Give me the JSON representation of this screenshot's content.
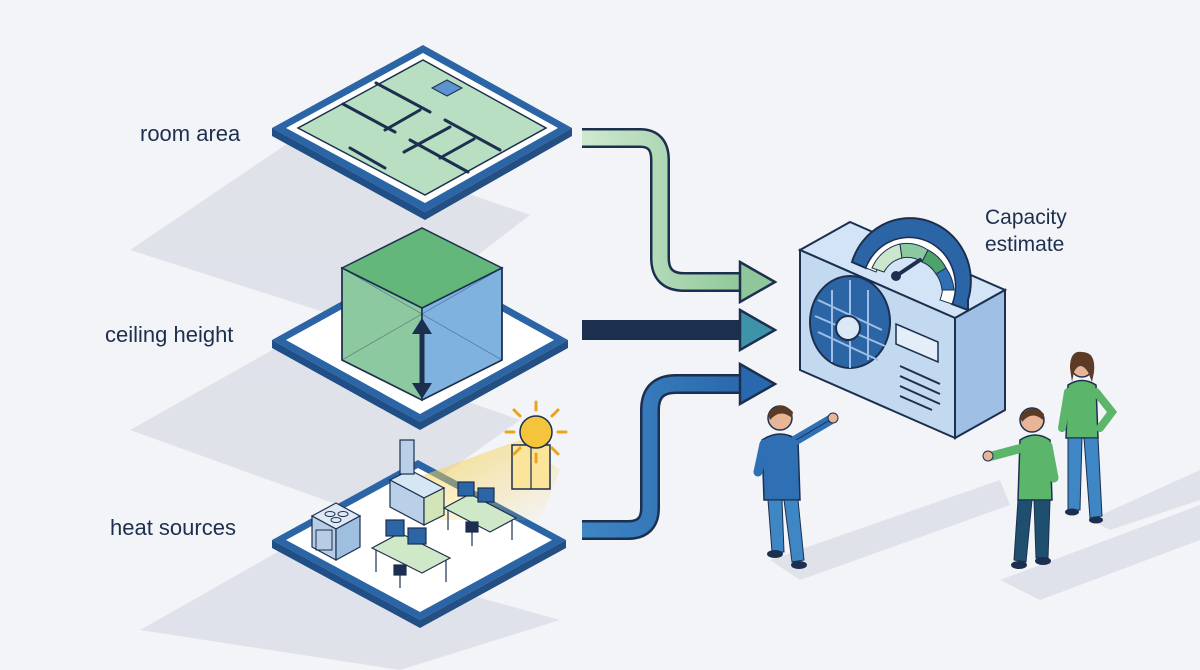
{
  "inputs": {
    "room_area": "room area",
    "ceiling_height": "ceiling height",
    "heat_sources": "heat sources"
  },
  "output": {
    "title_line1": "Capacity",
    "title_line2": "estimate"
  },
  "colors": {
    "navy": "#1d2f4f",
    "blue": "#2f6fb3",
    "light_blue": "#a9cbe8",
    "green": "#7fc08a",
    "light_green": "#cbe6cd",
    "sun": "#f3c43c",
    "background": "#f3f4f8"
  }
}
